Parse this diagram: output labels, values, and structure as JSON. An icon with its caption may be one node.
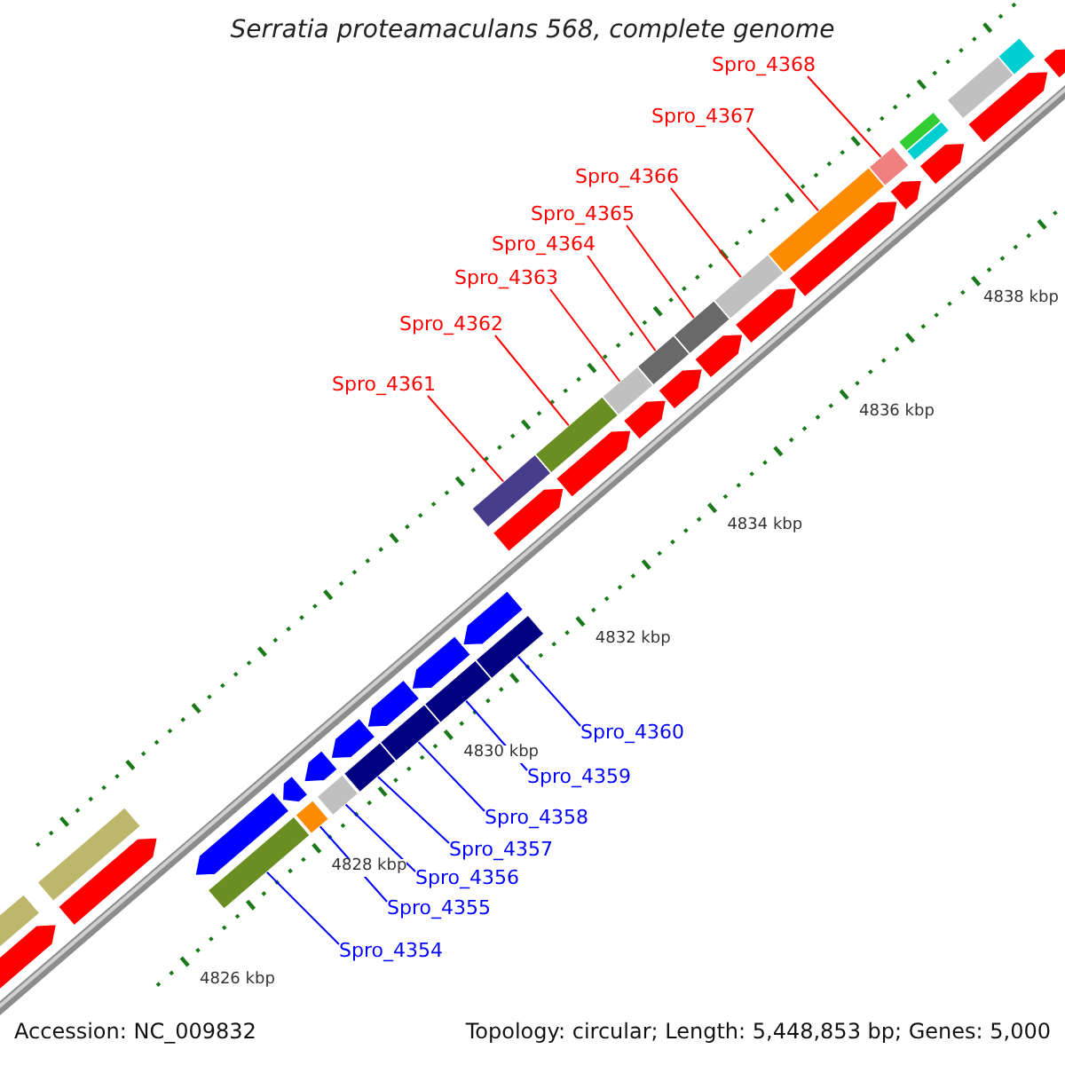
{
  "diagram": {
    "title": "Serratia proteamaculans 568, complete genome",
    "nodes": [
      {
        "text": [
          "Spro_4361"
        ]
      },
      {
        "text": [
          "Spro_4362"
        ]
      },
      {
        "text": [
          "Spro_4363"
        ]
      },
      {
        "text": [
          "Spro_4364"
        ]
      },
      {
        "text": [
          "Spro_4365"
        ]
      },
      {
        "text": [
          "Spro_4366"
        ]
      },
      {
        "text": [
          "Spro_4367"
        ]
      },
      {
        "text": [
          "Spro_4368"
        ]
      },
      {
        "text": [],
        "shape": "bar"
      },
      {
        "text": [],
        "shape": "bar"
      },
      {
        "text": [],
        "shape": "bar"
      },
      {
        "text": [],
        "shape": "bar"
      },
      {
        "text": [],
        "shape": "bar"
      },
      {
        "text": [],
        "shape": "bar"
      },
      {
        "text": [],
        "shape": "bar"
      },
      {
        "text": [],
        "shape": "bar"
      },
      {
        "text": [
          "Spro_4354"
        ]
      },
      {
        "text": [
          "Spro_4355"
        ]
      },
      {
        "text": [
          "Spro_4356"
        ]
      },
      {
        "text": [
          "Spro_4357"
        ]
      },
      {
        "text": [
          "Spro_4358"
        ]
      },
      {
        "text": [
          "Spro_4359"
        ]
      },
      {
        "text": [
          "Spro_4360"
        ]
      },
      {
        "text": [],
        "shape": "bar"
      },
      {
        "text": [],
        "shape": "bar"
      },
      {
        "text": [],
        "shape": "bar"
      },
      {
        "text": [],
        "shape": "bar"
      },
      {
        "text": [],
        "shape": "bar"
      },
      {
        "text": [],
        "shape": "bar"
      },
      {
        "text": [],
        "shape": "bar"
      },
      {
        "text": [],
        "shape": "bar"
      },
      {
        "text": [],
        "shape": "bar"
      },
      {
        "text": [],
        "shape": "bar"
      },
      {
        "text": [],
        "shape": "bar"
      },
      {
        "text": [],
        "shape": "bar"
      }
    ],
    "edges": [
      {
        "from": 0,
        "to": 8,
        "arrow": "none",
        "color": "#ff0000"
      },
      {
        "from": 1,
        "to": 9,
        "arrow": "none",
        "color": "#ff0000"
      },
      {
        "from": 2,
        "to": 10,
        "arrow": "none",
        "color": "#ff0000"
      },
      {
        "from": 3,
        "to": 11,
        "arrow": "none",
        "color": "#ff0000"
      },
      {
        "from": 4,
        "to": 12,
        "arrow": "none",
        "color": "#ff0000"
      },
      {
        "from": 5,
        "to": 13,
        "arrow": "none",
        "color": "#ff0000"
      },
      {
        "from": 6,
        "to": 14,
        "arrow": "none",
        "color": "#ff0000"
      },
      {
        "from": 7,
        "to": 15,
        "arrow": "none",
        "color": "#ff0000"
      },
      {
        "from": 16,
        "to": 23,
        "arrow": "none",
        "color": "#0000ff"
      },
      {
        "from": 17,
        "to": 24,
        "arrow": "none",
        "color": "#0000ff"
      },
      {
        "from": 18,
        "to": 25,
        "arrow": "none",
        "color": "#0000ff"
      },
      {
        "from": 19,
        "to": 26,
        "arrow": "none",
        "color": "#0000ff"
      },
      {
        "from": 20,
        "to": 27,
        "arrow": "none",
        "color": "#0000ff"
      },
      {
        "from": 21,
        "to": 28,
        "arrow": "none",
        "color": "#0000ff"
      },
      {
        "from": 22,
        "to": 29,
        "arrow": "none",
        "color": "#0000ff"
      }
    ],
    "labels": [
      "4838 kbp",
      "4836 kbp",
      "4834 kbp",
      "4832 kbp",
      "4830 kbp",
      "4828 kbp",
      "4826 kbp",
      "Accession: NC_009832",
      "Topology: circular; Length: 5,448,853 bp; Genes: 5,000"
    ]
  }
}
